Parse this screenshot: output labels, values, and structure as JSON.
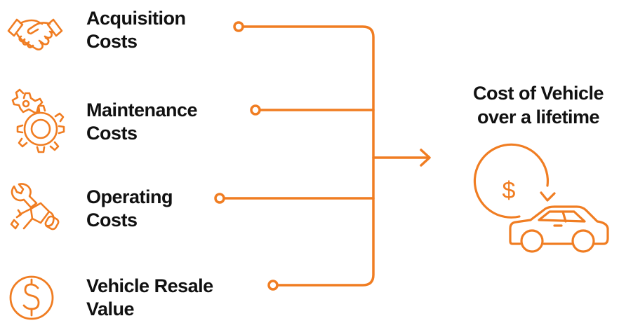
{
  "accent_color": "#F07D22",
  "factors": [
    {
      "line1": "Acquisition",
      "line2": "Costs",
      "icon": "handshake-icon"
    },
    {
      "line1": "Maintenance",
      "line2": "Costs",
      "icon": "gears-icon"
    },
    {
      "line1": "Operating",
      "line2": "Costs",
      "icon": "wrench-hand-icon"
    },
    {
      "line1": "Vehicle Resale",
      "line2": "Value",
      "icon": "dollar-coin-icon"
    }
  ],
  "result": {
    "line1": "Cost of Vehicle",
    "line2": "over a lifetime",
    "icon": "car-dollar-cycle-icon",
    "currency_symbol": "$"
  }
}
